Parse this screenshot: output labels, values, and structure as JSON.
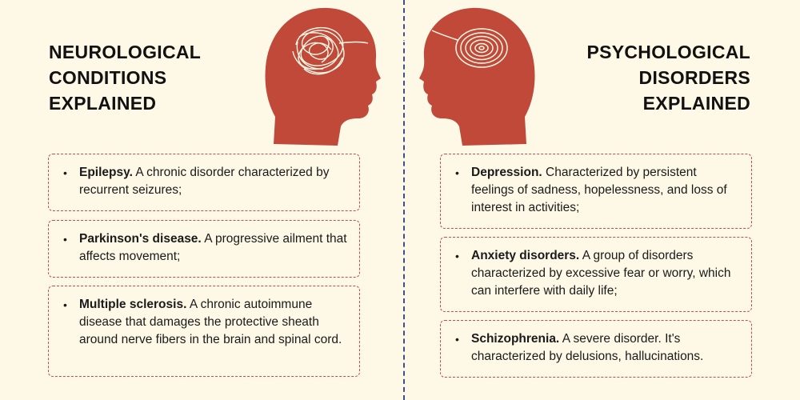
{
  "left": {
    "title_lines": [
      "NEUROLOGICAL",
      "CONDITIONS",
      "EXPLAINED"
    ],
    "items": [
      {
        "term": "Epilepsy.",
        "text": " A chronic disorder characterized by recurrent seizures;"
      },
      {
        "term": "Parkinson's disease.",
        "text": " A progressive ailment that affects movement;"
      },
      {
        "term": "Multiple sclerosis.",
        "text": " A chronic autoimmune disease that damages the protective sheath around nerve fibers in the brain and spinal cord."
      }
    ]
  },
  "right": {
    "title_lines": [
      "PSYCHOLOGICAL",
      "DISORDERS",
      "EXPLAINED"
    ],
    "items": [
      {
        "term": "Depression.",
        "text": " Characterized by persistent feelings of sadness, hopelessness, and loss of interest in activities;"
      },
      {
        "term": "Anxiety disorders.",
        "text": " A group of disorders characterized by excessive fear or worry, which can interfere with daily life;"
      },
      {
        "term": "Schizophrenia.",
        "text": " A severe disorder. It's characterized by delusions, hallucinations."
      }
    ]
  },
  "icons": {
    "left_head": "head-profile-tangled-thoughts-icon",
    "right_head": "head-profile-spiral-thoughts-icon"
  },
  "colors": {
    "background": "#fdf9e6",
    "head": "#c0493a",
    "card_border": "#c94b4b",
    "divider": "#3d4f8a"
  }
}
